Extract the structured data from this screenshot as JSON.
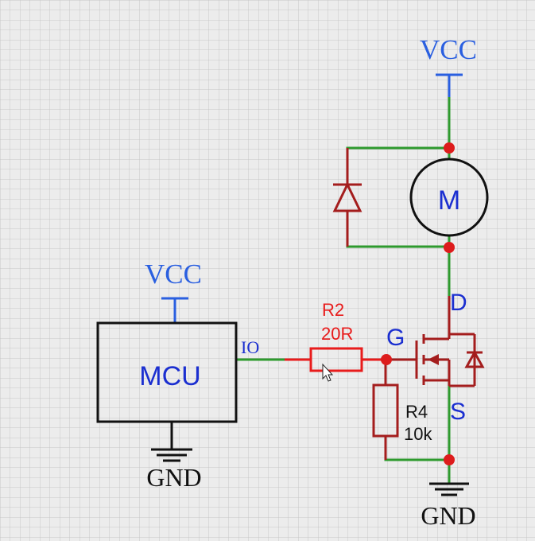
{
  "colors": {
    "background": "#ececec",
    "grid": "#c7c7c7",
    "wire": "#2e9a2e",
    "component": "#a41d1d",
    "power_label": "#2a5fe0",
    "pin_label": "#1b2fd0",
    "resistor_label": "#e81b1b",
    "ink": "#111111",
    "junction": "#dd1c1c"
  },
  "labels": {
    "vcc_top": "VCC",
    "vcc_mcu": "VCC",
    "motor": "M",
    "mcu": "MCU",
    "io": "IO",
    "r2_name": "R2",
    "r2_value": "20R",
    "gate": "G",
    "drain": "D",
    "source": "S",
    "r4_name": "R4",
    "r4_value": "10k",
    "gnd_left": "GND",
    "gnd_right": "GND"
  },
  "icons": {
    "cursor": "mouse-pointer-icon"
  }
}
